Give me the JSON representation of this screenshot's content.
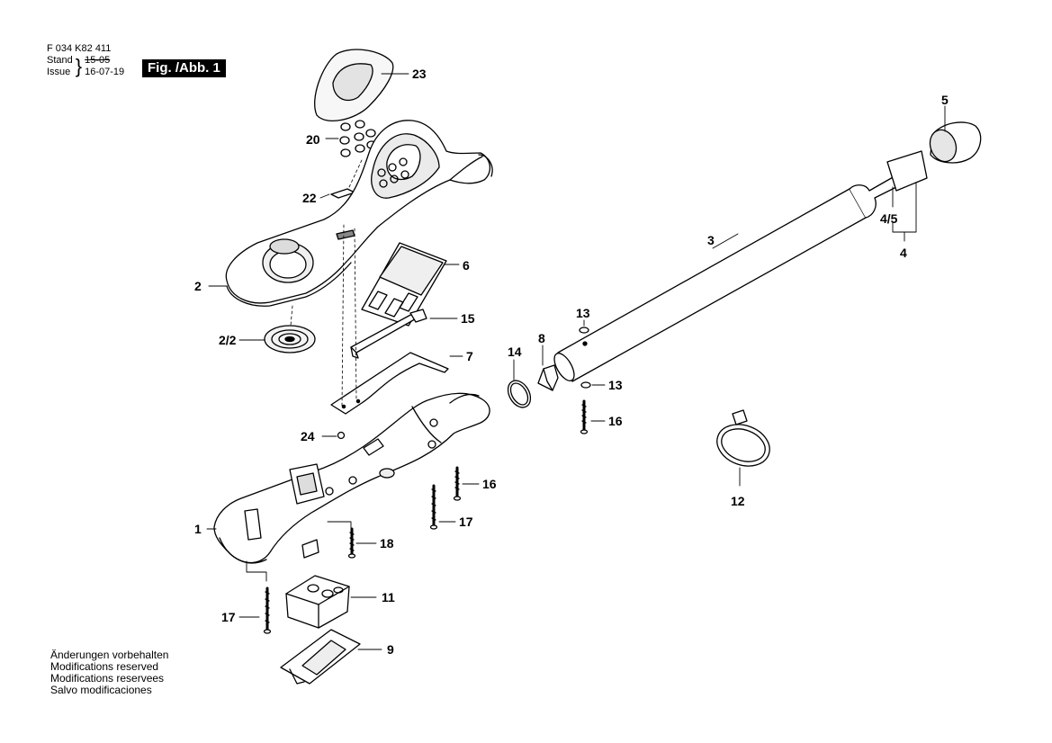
{
  "header": {
    "doc_number": "F 034 K82 411",
    "stand_label": "Stand",
    "issue_label": "Issue",
    "stand_value": "15-05",
    "issue_value": "16-07-19",
    "figure_label": "Fig. /Abb. 1"
  },
  "footer": {
    "lines": [
      "Änderungen vorbehalten",
      "Modifications reserved",
      "Modifications reservees",
      "Salvo modificaciones"
    ]
  },
  "callouts": {
    "c23": "23",
    "c20": "20",
    "c22": "22",
    "c2": "2",
    "c2_2": "2/2",
    "c6": "6",
    "c15": "15",
    "c7": "7",
    "c24": "24",
    "c1": "1",
    "c17a": "17",
    "c18": "18",
    "c11": "11",
    "c9": "9",
    "c17b": "17",
    "c16a": "16",
    "c14": "14",
    "c8": "8",
    "c13a": "13",
    "c13b": "13",
    "c16b": "16",
    "c3": "3",
    "c5": "5",
    "c4_5": "4/5",
    "c4": "4",
    "c12": "12"
  },
  "colors": {
    "ink": "#000000",
    "shade": "#dcdcdc",
    "light": "#f2f2f2"
  }
}
